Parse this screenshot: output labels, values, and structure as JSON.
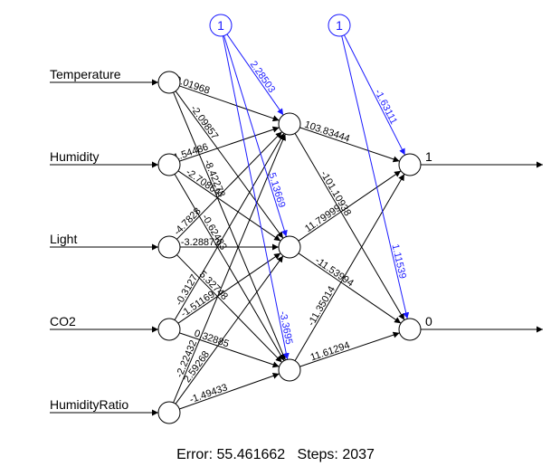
{
  "colors": {
    "weight": "#000000",
    "bias": "#1a1aff",
    "node_stroke": "#000000"
  },
  "inputs": [
    "Temperature",
    "Humidity",
    "Light",
    "CO2",
    "HumidityRatio"
  ],
  "outputs": [
    "1",
    "0"
  ],
  "bias_label": "1",
  "weights": {
    "input_hidden": [
      [
        "0.01968",
        "-2.09857",
        "-8.42278"
      ],
      [
        "-1.54486",
        "-2.70864",
        "-0.62483"
      ],
      [
        "-4.7828",
        "-3.28872",
        "5.32748"
      ],
      [
        "-0.3127",
        "-1.51169",
        "0.32885"
      ],
      [
        "-2.22432",
        "2.59268",
        "-1.49433"
      ]
    ],
    "hidden_output": [
      [
        "103.83444",
        "-101.10938"
      ],
      [
        "11.79999",
        "-11.53994"
      ],
      [
        "-11.35014",
        "11.61294"
      ]
    ],
    "bias_hidden": [
      "2.28503",
      "5.13669",
      "-3.3695"
    ],
    "bias_output": [
      "-1.63111",
      "1.11539"
    ]
  },
  "footer": {
    "error_label": "Error:",
    "error_value": "55.461662",
    "steps_label": "Steps:",
    "steps_value": "2037"
  }
}
